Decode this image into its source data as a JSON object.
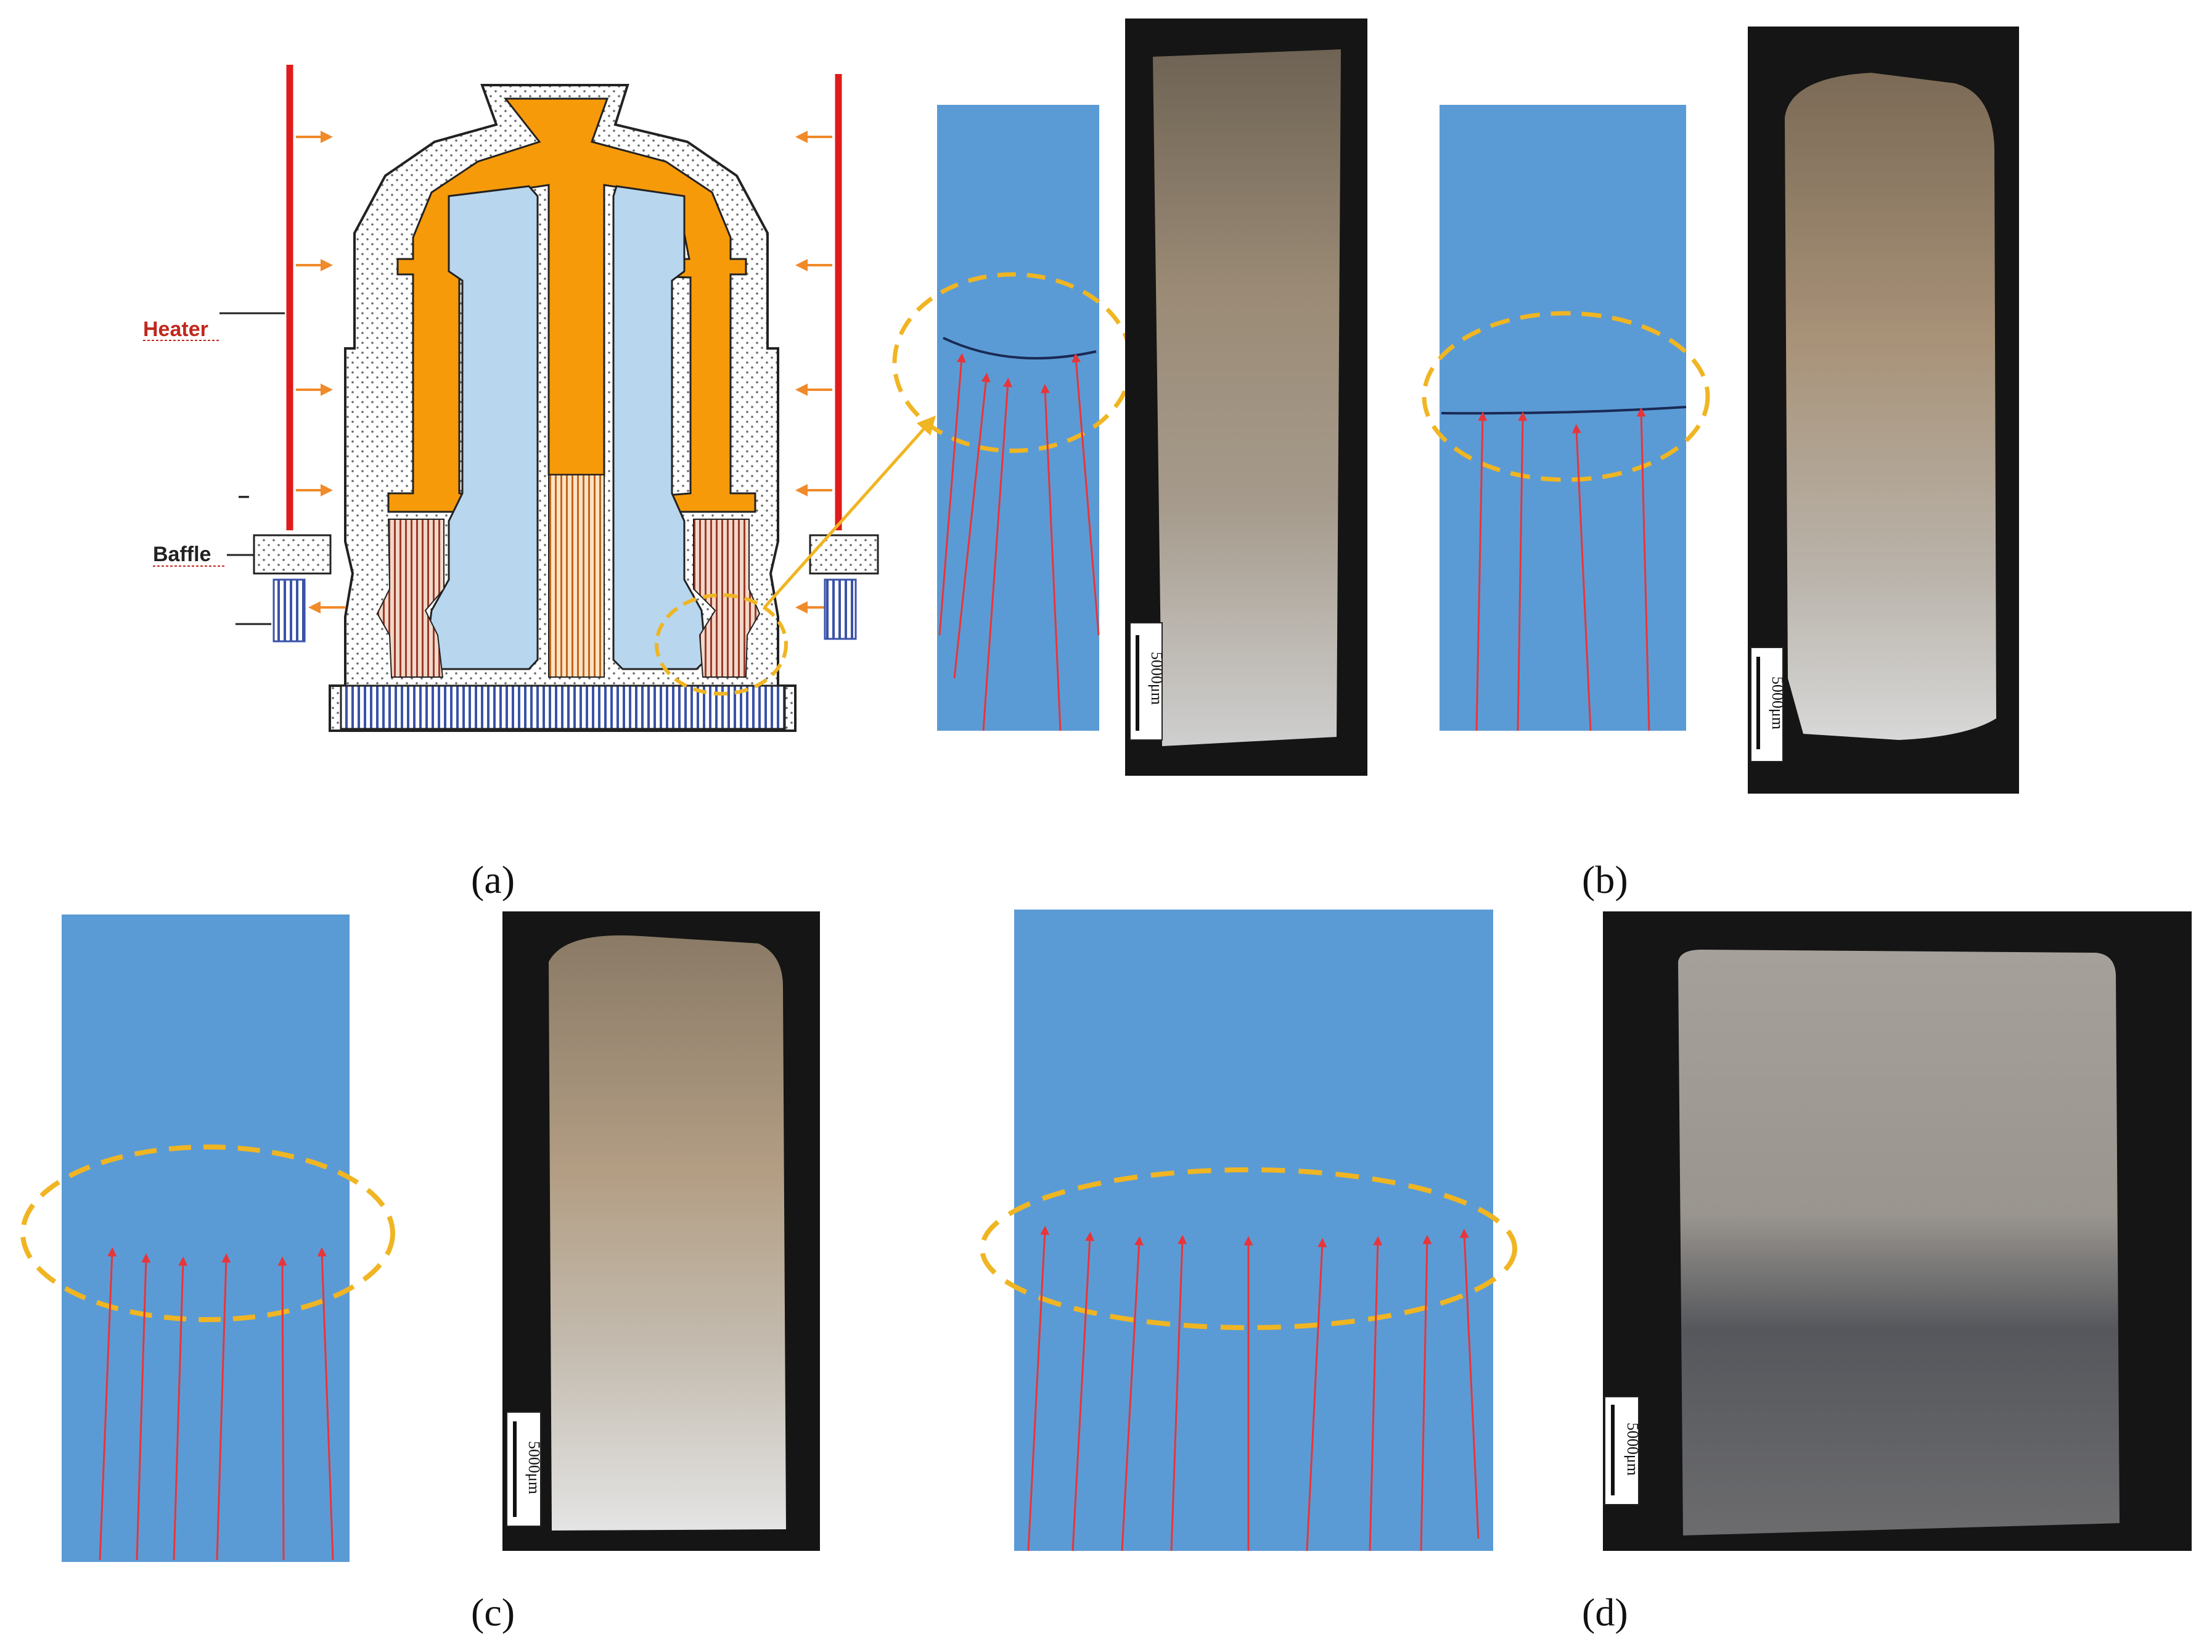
{
  "labels": {
    "heater": "Heater",
    "baffle": "Baffle",
    "minus": "–"
  },
  "captions": {
    "a": "(a)",
    "b": "(b)",
    "c": "(c)",
    "d": "(d)"
  },
  "scale_bar": "5000μm",
  "colors": {
    "casting": "#f79a0a",
    "core": "#b8d6ee",
    "solid_panel": "#5b9bd5",
    "arrow": "#e8353a",
    "ellipse": "#f0b522",
    "heater": "#e01b1b",
    "chill_plate": "#3a52a8",
    "photo_bg": "#151515"
  },
  "panels": {
    "a_arrow_count": 5,
    "b_arrow_count": 4,
    "c_arrow_count": 6,
    "d_arrow_count": 9
  }
}
